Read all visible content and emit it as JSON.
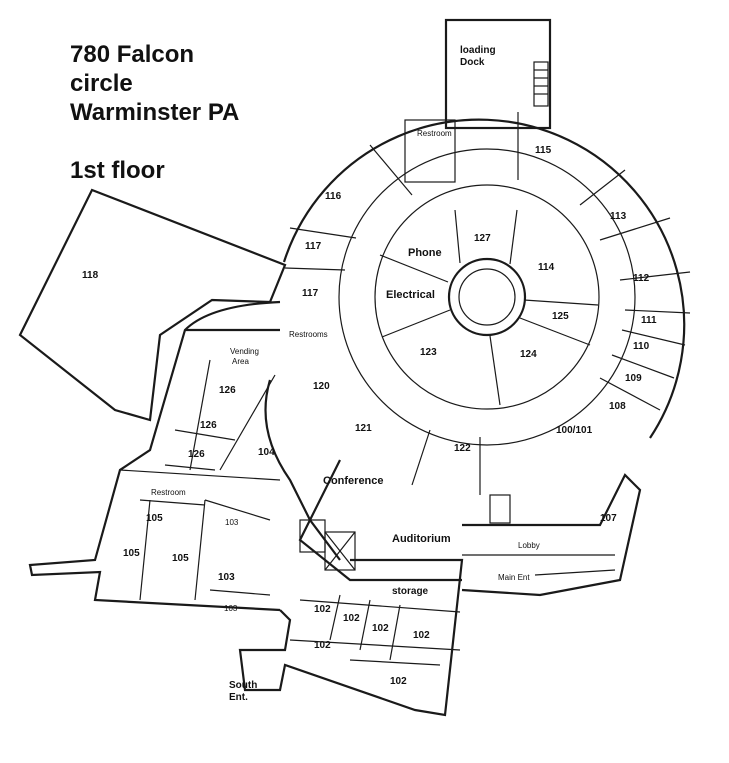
{
  "address": {
    "line1": "780 Falcon",
    "line2": "circle",
    "line3": "Warminster PA"
  },
  "floor_label": "1st floor",
  "rooms": {
    "r115": "115",
    "r113": "113",
    "r112": "112",
    "r111": "111",
    "r110": "110",
    "r109": "109",
    "r108": "108",
    "r100_101": "100/101",
    "r116": "116",
    "r117a": "117",
    "r117b": "117",
    "r118": "118",
    "r127": "127",
    "r114": "114",
    "r125": "125",
    "r123": "123",
    "r124": "124",
    "r120": "120",
    "r121": "121",
    "r122": "122",
    "r126a": "126",
    "r126b": "126",
    "r126c": "126",
    "r104": "104",
    "r105a": "105",
    "r105b": "105",
    "r105c": "105",
    "r103a": "103",
    "r103b": "103",
    "r103c": "103",
    "r102a": "102",
    "r102b": "102",
    "r102c": "102",
    "r102d": "102",
    "r102e": "102",
    "r102f": "102",
    "r107": "107"
  },
  "areas": {
    "loading_dock_1": "loading",
    "loading_dock_2": "Dock",
    "restroom_top": "Restroom",
    "restrooms_mid": "Restrooms",
    "restroom_left": "Restroom",
    "vending_1": "Vending",
    "vending_2": "Area",
    "phone": "Phone",
    "electrical": "Electrical",
    "conference": "Conference",
    "auditorium": "Auditorium",
    "lobby": "Lobby",
    "main_ent": "Main Ent",
    "storage": "storage",
    "south_1": "South",
    "south_2": "Ent."
  }
}
